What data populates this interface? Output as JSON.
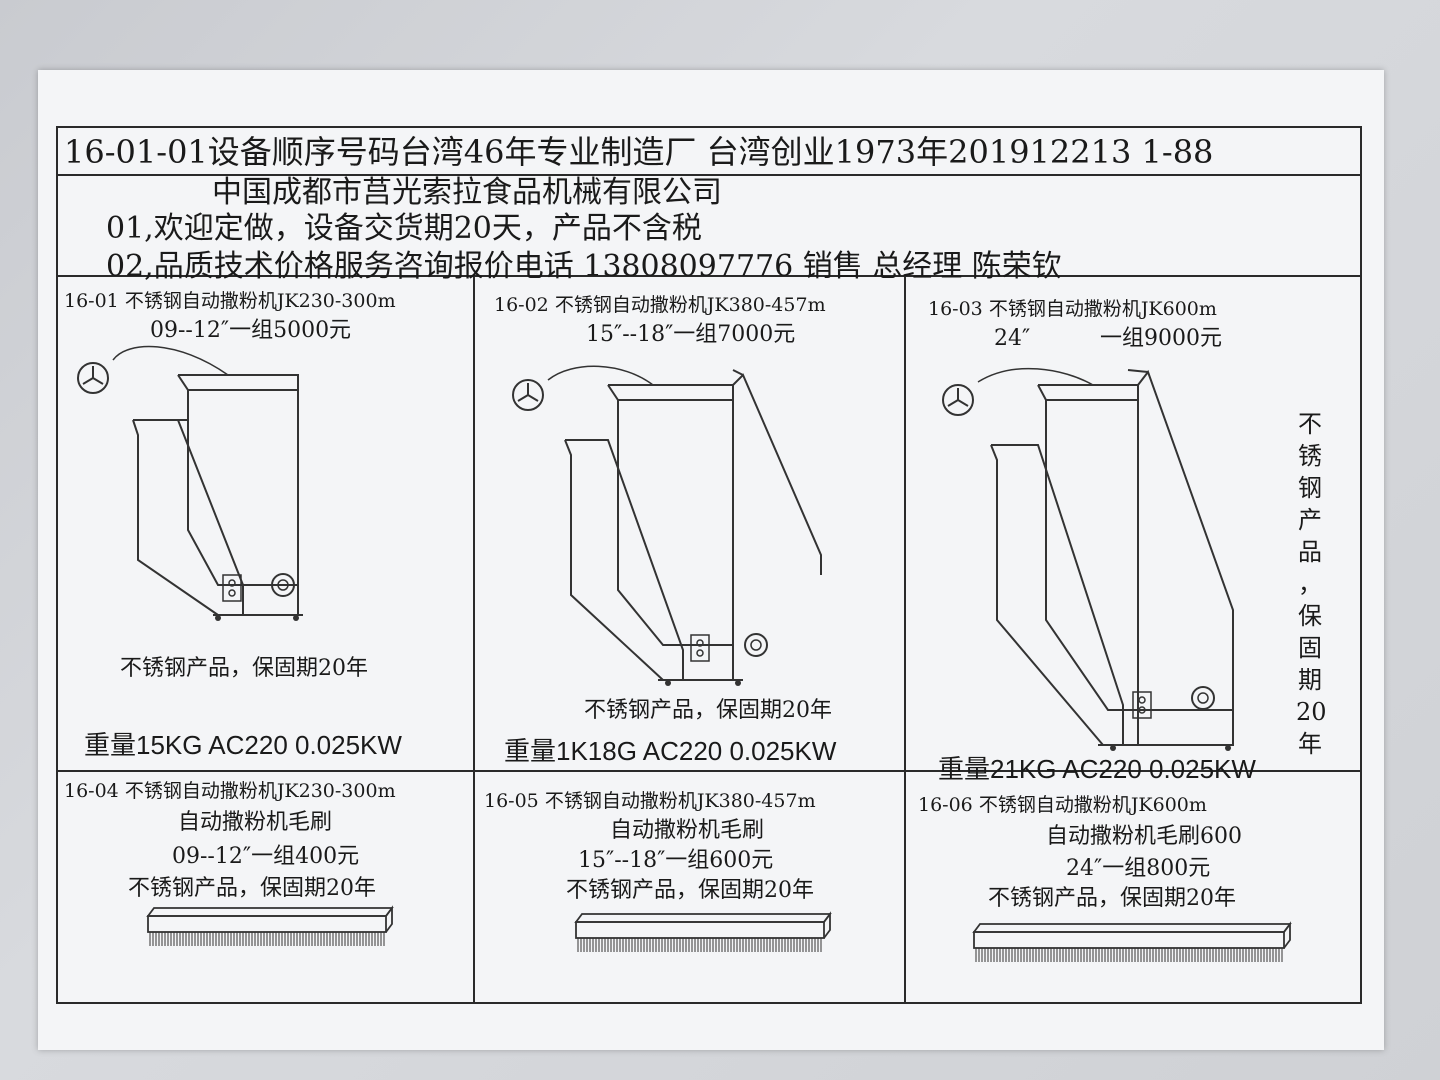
{
  "header": {
    "title": "16-01-01设备顺序号码台湾46年专业制造厂  台湾创业1973年201912213  1-88",
    "company": "中国成都市莒光索拉食品机械有限公司",
    "line1": "01,欢迎定做，设备交货期20天，产品不含税",
    "line2": "02,品质技术价格服务咨询报价电话  13808097776  销售  总经理  陈荣钦"
  },
  "machines": [
    {
      "label": "16-01 不锈钢自动撒粉机JK230-300m",
      "price": "09--12″一组5000元",
      "note": "不锈钢产品，保固期20年",
      "weight": "重量15KG  AC220 0.025KW"
    },
    {
      "label": "16-02 不锈钢自动撒粉机JK380-457m",
      "price": "15″--18″一组7000元",
      "note": "不锈钢产品，保固期20年",
      "weight": "重量1K18G  AC220 0.025KW"
    },
    {
      "label": "16-03 不锈钢自动撒粉机JK600m",
      "price_size": "24″",
      "price": "一组9000元",
      "weight": "重量21KG  AC220 0.025KW"
    }
  ],
  "vertical_note": [
    "不",
    "锈",
    "钢",
    "产",
    "品",
    "，",
    "保",
    "固",
    "期",
    "20",
    "年"
  ],
  "brushes": [
    {
      "label": "16-04 不锈钢自动撒粉机JK230-300m",
      "name": "自动撒粉机毛刷",
      "price": "09--12″一组400元",
      "note": "不锈钢产品，保固期20年"
    },
    {
      "label": "16-05 不锈钢自动撒粉机JK380-457m",
      "name": "自动撒粉机毛刷",
      "price": "15″--18″一组600元",
      "note": "不锈钢产品，保固期20年"
    },
    {
      "label": "16-06 不锈钢自动撒粉机JK600m",
      "name": "自动撒粉机毛刷600",
      "price": "24″一组800元",
      "note": "不锈钢产品，保固期20年"
    }
  ]
}
